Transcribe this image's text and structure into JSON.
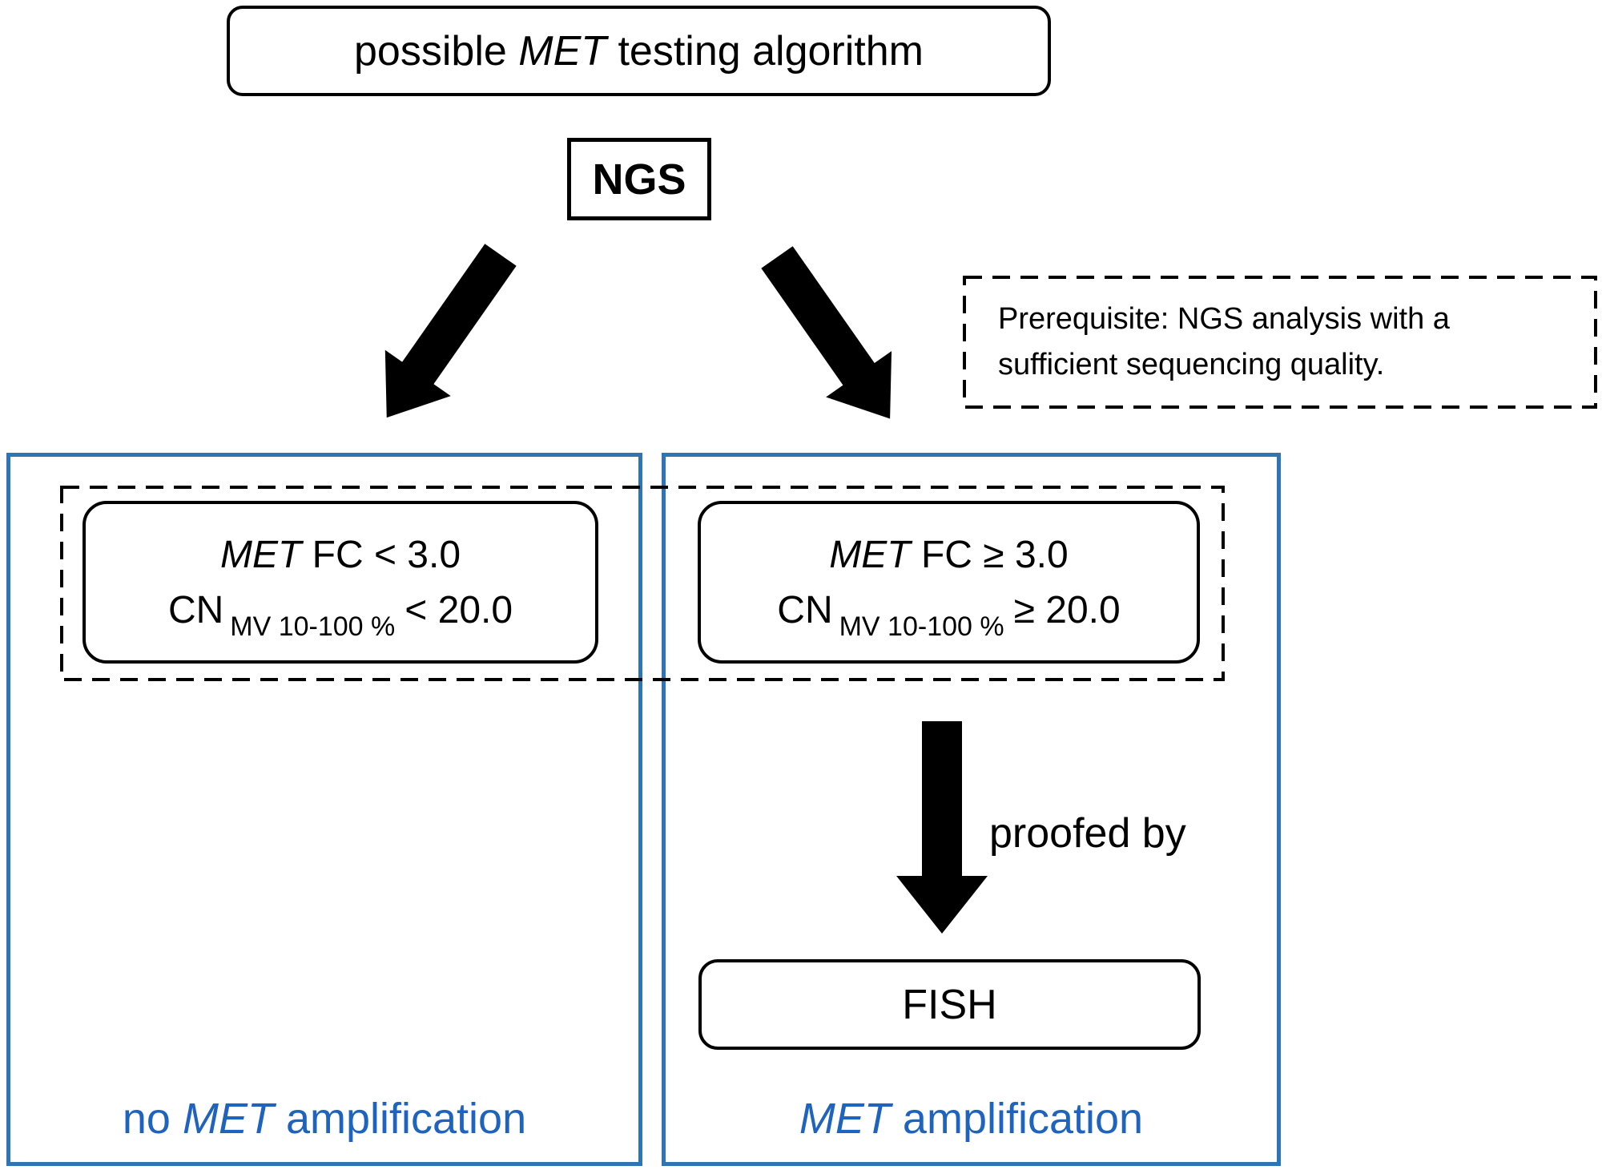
{
  "title": {
    "pre": "possible ",
    "gene": "MET",
    "post": " testing algorithm"
  },
  "ngs_label": "NGS",
  "prerequisite": {
    "line1": "Prerequisite: NGS analysis with a",
    "line2": "sufficient sequencing quality."
  },
  "negative_criteria": {
    "gene": "MET",
    "line1_rest": " FC < 3.0",
    "cn": "CN",
    "cn_subscript": "MV 10-100 %",
    "line2_rest": "< 20.0"
  },
  "positive_criteria": {
    "gene": "MET",
    "line1_rest": " FC ≥ 3.0",
    "cn": "CN",
    "cn_subscript": "MV 10-100 %",
    "line2_rest": "≥ 20.0"
  },
  "proofed_by_label": "proofed by",
  "fish_label": "FISH",
  "negative_outcome": {
    "pre": "no ",
    "gene": "MET",
    "post": " amplification"
  },
  "positive_outcome": {
    "pre": "",
    "gene": "MET",
    "post": " amplification"
  },
  "colors": {
    "panel_border": "#2E75B6",
    "outcome_text": "#1E63BE",
    "arrow": "#000000"
  }
}
